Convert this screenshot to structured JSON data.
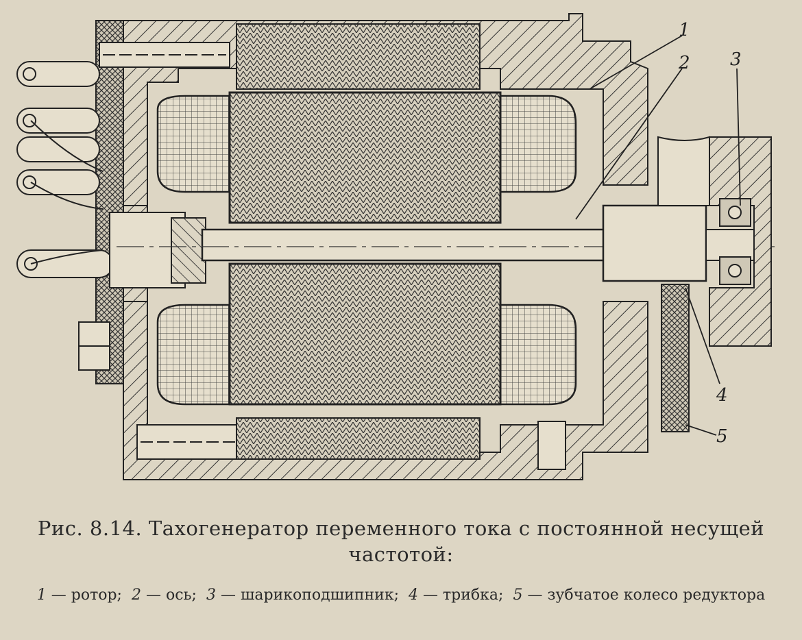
{
  "figure": {
    "caption_title": "Рис. 8.14. Тахогенератор переменного тока с постоянной несущей частотой:",
    "legend": [
      {
        "num": "1",
        "text": "ротор;"
      },
      {
        "num": "2",
        "text": "ось;"
      },
      {
        "num": "3",
        "text": "шарикоподшипник;"
      },
      {
        "num": "4",
        "text": "трибка;"
      },
      {
        "num": "5",
        "text": "зубчатое колесо редуктора"
      }
    ],
    "callouts": [
      "1",
      "2",
      "3",
      "4",
      "5"
    ]
  },
  "colors": {
    "paper": "#ddd6c4",
    "ink": "#2a2a2a"
  }
}
